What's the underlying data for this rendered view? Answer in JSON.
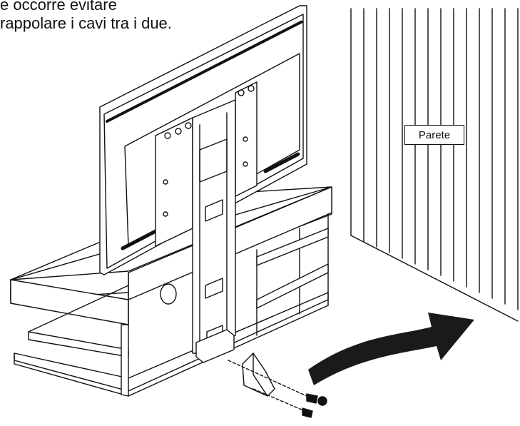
{
  "caption": {
    "line1": "e occorre evitare",
    "line2": "rappolare i cavi tra i due."
  },
  "wall_label": "Parete",
  "colors": {
    "ink": "#111111",
    "arrow": "#1a1a1a",
    "paper": "#ffffff"
  },
  "icons": {
    "rotate_arrow": "curved-arrow-right",
    "screws": "screw-icon"
  }
}
